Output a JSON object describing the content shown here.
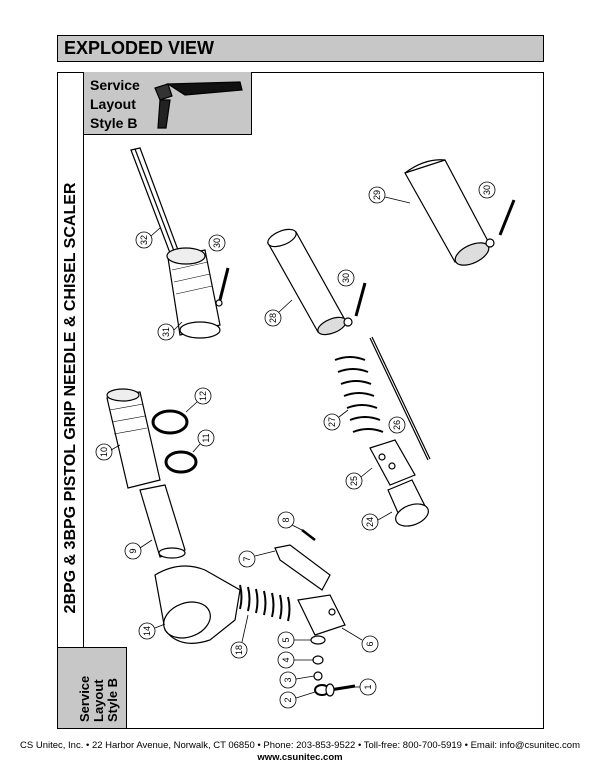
{
  "header": {
    "title": "EXPLODED VIEW"
  },
  "side": {
    "title": "2BPG & 3BPG PISTOL GRIP NEEDLE & CHISEL SCALER"
  },
  "service_box": {
    "line1": "Service",
    "line2": "Layout",
    "line3": "Style B"
  },
  "side_style": {
    "line1": "Service",
    "line2": "Layout",
    "line3": "Style B"
  },
  "parts": {
    "p1": "1",
    "p2": "2",
    "p3": "3",
    "p4": "4",
    "p5": "5",
    "p6": "6",
    "p7": "7",
    "p8": "8",
    "p9": "9",
    "p10": "10",
    "p11": "11",
    "p12": "12",
    "p14": "14",
    "p18": "18",
    "p24": "24",
    "p25": "25",
    "p26": "26",
    "p27": "27",
    "p28": "28",
    "p29": "29",
    "p30a": "30",
    "p30b": "30",
    "p30c": "30",
    "p31": "31",
    "p32": "32"
  },
  "footer": {
    "line1": "CS Unitec, Inc. • 22 Harbor Avenue, Norwalk, CT 06850 • Phone: 203-853-9522 • Toll-free: 800-700-5919 • Email: info@csunitec.com",
    "line2": "www.csunitec.com"
  }
}
